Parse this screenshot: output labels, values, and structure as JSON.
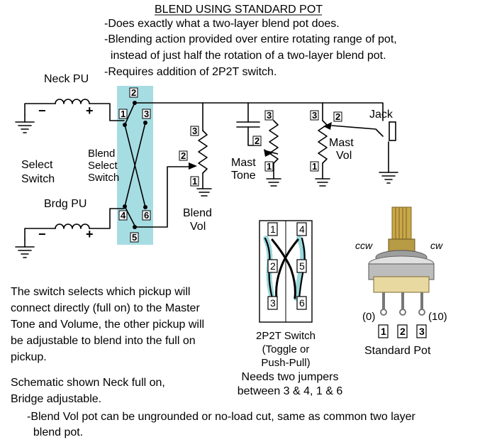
{
  "title": "BLEND USING STANDARD POT",
  "features": [
    "-Does exactly what a two-layer blend pot does.",
    "-Blending action provided over entire rotating range of pot,",
    "  instead of just half the rotation of a two-layer blend pot.",
    "-Requires addition of 2P2T switch."
  ],
  "schematic": {
    "neck_pu": "Neck PU",
    "bridge_pu": "Brdg PU",
    "minus": "−",
    "plus": "+",
    "select_switch": [
      "Select",
      "Switch"
    ],
    "blend_select_switch": [
      "Blend",
      "Select",
      "Switch"
    ],
    "switch_pins": [
      "1",
      "2",
      "3",
      "4",
      "5",
      "6"
    ],
    "blend_vol": [
      "Blend",
      "Vol"
    ],
    "mast_tone": [
      "Mast",
      "Tone"
    ],
    "mast_vol": [
      "Mast",
      "Vol"
    ],
    "jack": "Jack",
    "pot_pins": [
      "1",
      "2",
      "3"
    ]
  },
  "switch_figure": {
    "pins": [
      "1",
      "2",
      "3",
      "4",
      "5",
      "6"
    ],
    "caption": [
      "2P2T Switch",
      "(Toggle or",
      "Push-Pull)",
      "Needs two jumpers",
      "between 3 & 4, 1 & 6"
    ]
  },
  "pot_figure": {
    "ccw": "ccw",
    "cw": "cw",
    "zero": "(0)",
    "ten": "(10)",
    "pins": [
      "1",
      "2",
      "3"
    ],
    "caption": "Standard Pot"
  },
  "description": [
    "The switch selects which pickup will",
    "connect directly (full on) to the Master",
    "Tone and Volume, the other pickup will",
    "be adjustable to blend into the full on",
    "pickup."
  ],
  "note": [
    "Schematic shown Neck full on,",
    "Bridge adjustable."
  ],
  "footnote": [
    "-Blend Vol pot can be ungrounded or no-load cut, same as common two layer",
    "  blend pot."
  ],
  "colors": {
    "switch_highlight": "#a6dde3",
    "pot_shaft": "#c9a84a",
    "pot_body": "#bdbdbd",
    "pot_board": "#e8d9a0"
  }
}
